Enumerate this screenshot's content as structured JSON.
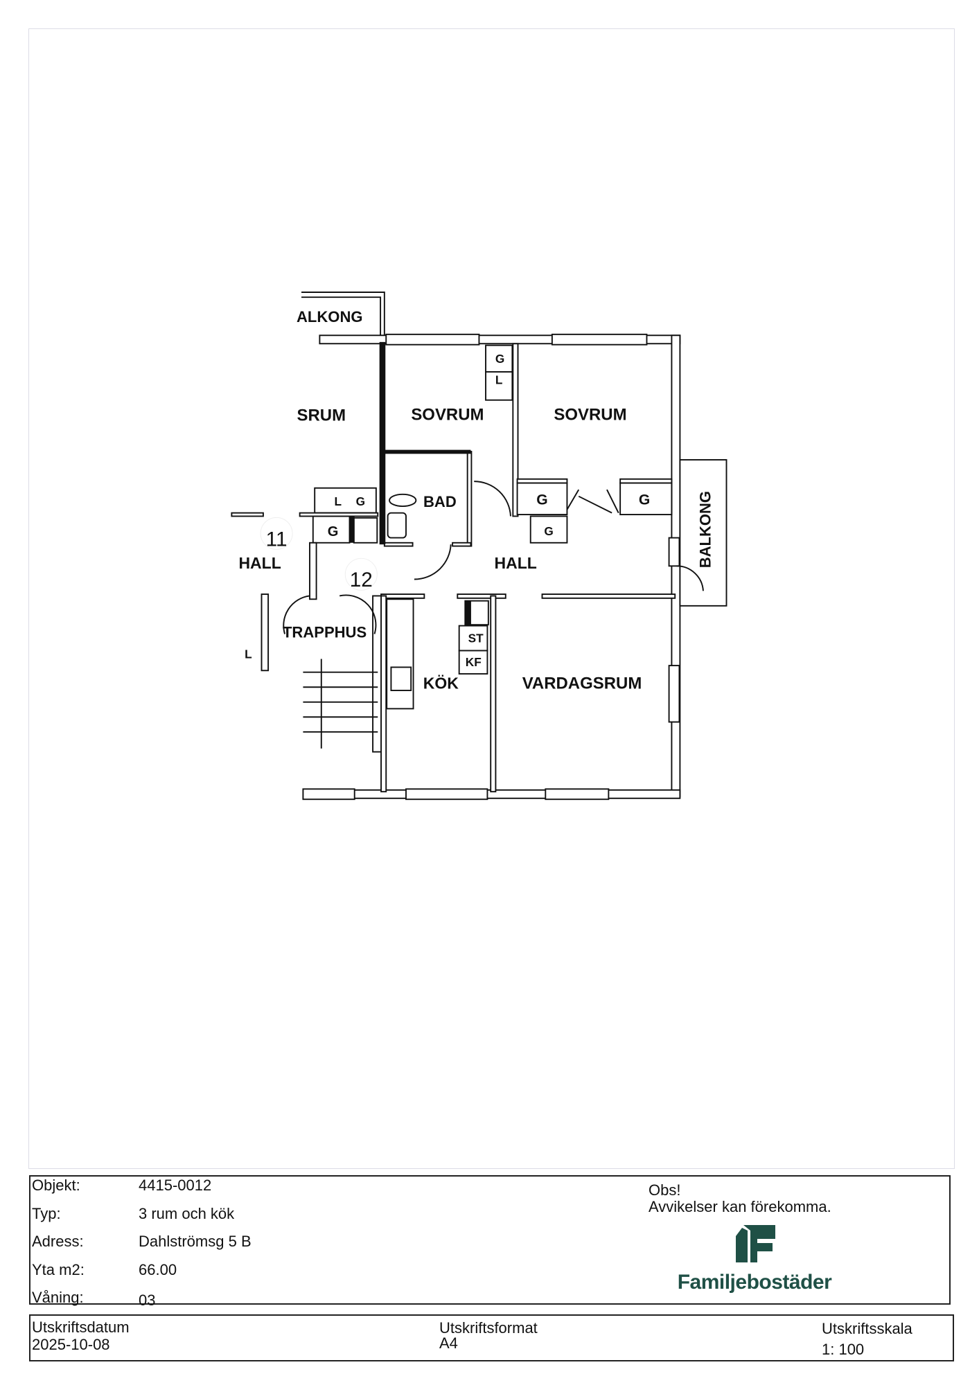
{
  "plan": {
    "rooms": {
      "partial_room": "SRUM",
      "partial_balcony": "ALKONG",
      "bedroom_1": "SOVRUM",
      "bedroom_2": "SOVRUM",
      "bath": "BAD",
      "hall": "HALL",
      "hall_neighbor": "HALL",
      "stairwell": "TRAPPHUS",
      "kitchen": "KÖK",
      "living_room": "VARDAGSRUM",
      "balcony": "BALKONG"
    },
    "markers": {
      "unit_11": "11",
      "unit_12": "12"
    },
    "fixtures": {
      "g": "G",
      "l": "L",
      "st": "ST",
      "kf": "KF"
    }
  },
  "info": {
    "rows": [
      {
        "label": "Objekt:",
        "value": "4415-0012"
      },
      {
        "label": "Typ:",
        "value": "3 rum och kök"
      },
      {
        "label": "Adress:",
        "value": "Dahlströmsg 5 B"
      },
      {
        "label": "Yta m2:",
        "value": "66.00"
      },
      {
        "label": "Våning:",
        "value": "03"
      }
    ],
    "obs_title": "Obs!",
    "obs_text": "Avvikelser kan förekomma.",
    "logo_text": "Familjebostäder",
    "brand_color": "#1f5046"
  },
  "print": {
    "date_label": "Utskriftsdatum",
    "date": "2025-10-08",
    "format_label": "Utskriftsformat",
    "format": "A4",
    "scale_label": "Utskriftsskala",
    "scale": "1: 100"
  }
}
